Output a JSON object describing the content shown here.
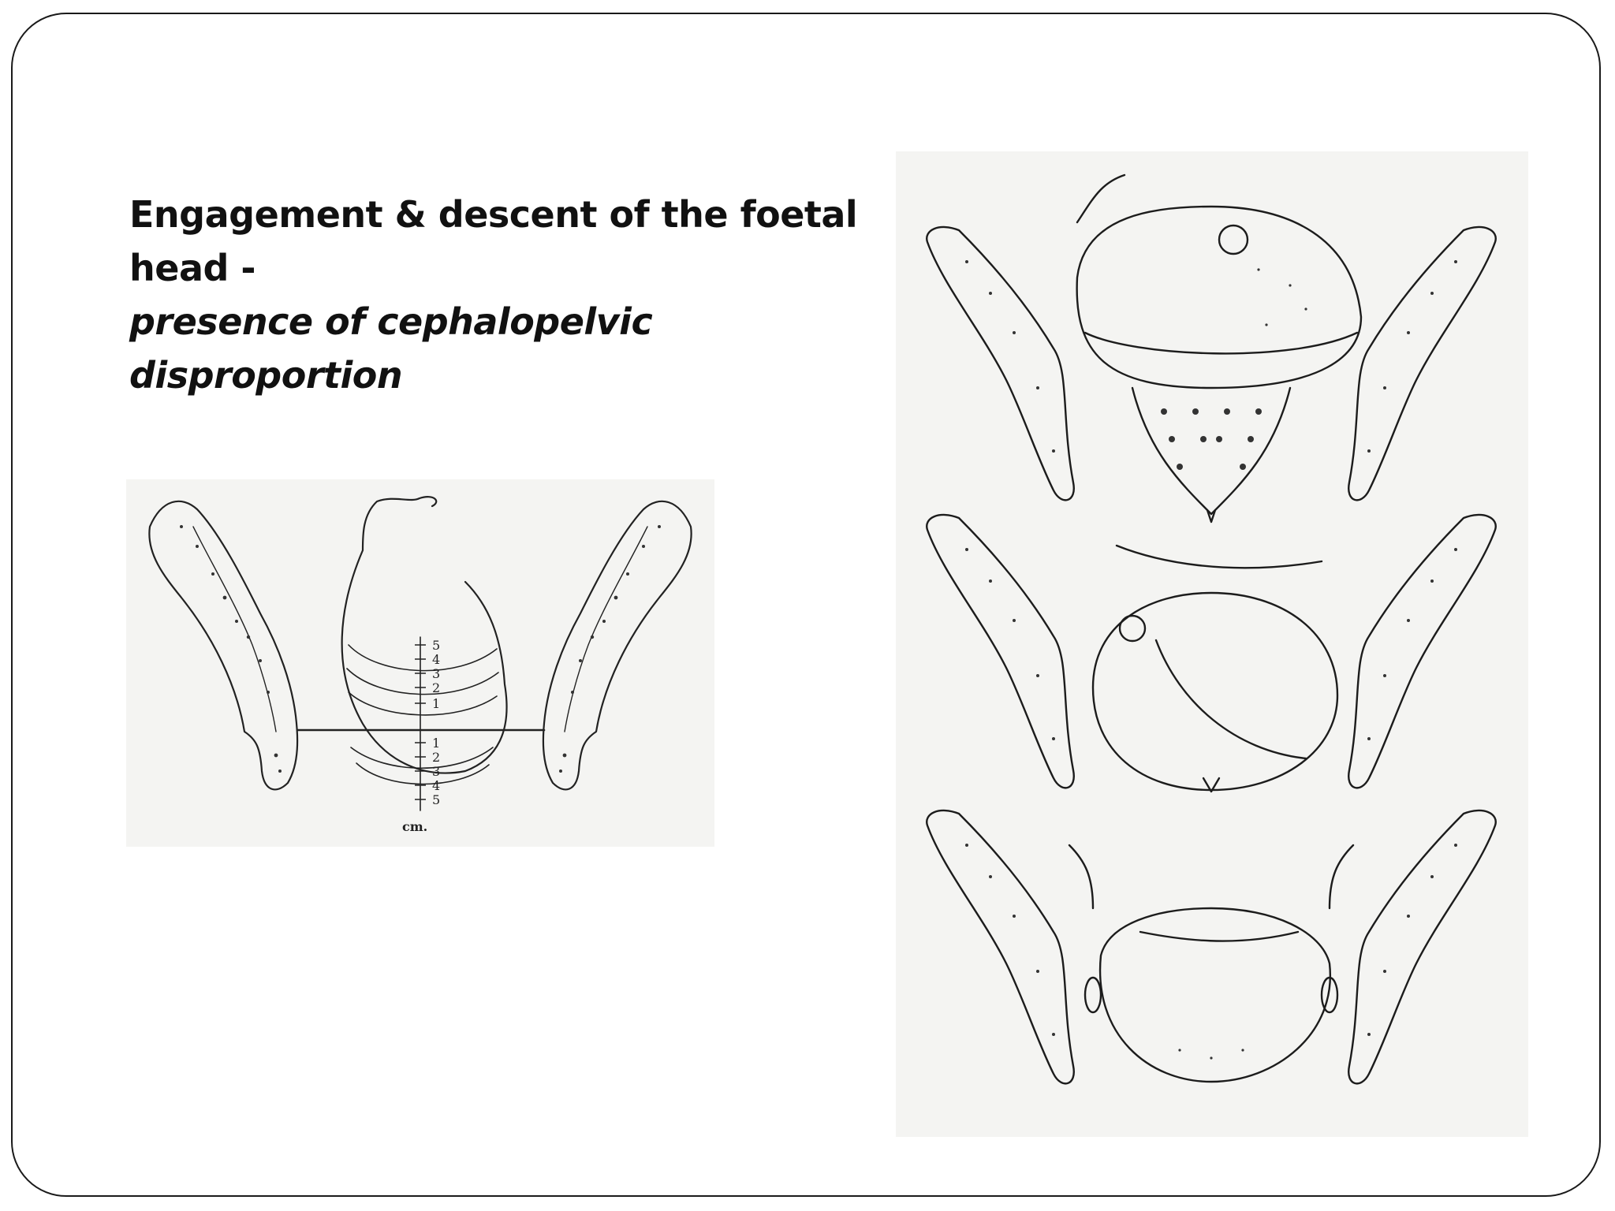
{
  "slide": {
    "title_line_1": "Engagement & descent of the foetal",
    "title_line_2": "head -",
    "subtitle_line_1": "presence of cephalopelvic",
    "subtitle_line_2": "disproportion"
  },
  "figure_left": {
    "scale_above": [
      "5",
      "4",
      "3",
      "2",
      "1"
    ],
    "scale_below": [
      "1",
      "2",
      "3",
      "4",
      "5"
    ],
    "unit": "cm."
  },
  "colors": {
    "ink": "#222222",
    "paper": "#f4f4f2",
    "frame": "#1a1a1a"
  }
}
